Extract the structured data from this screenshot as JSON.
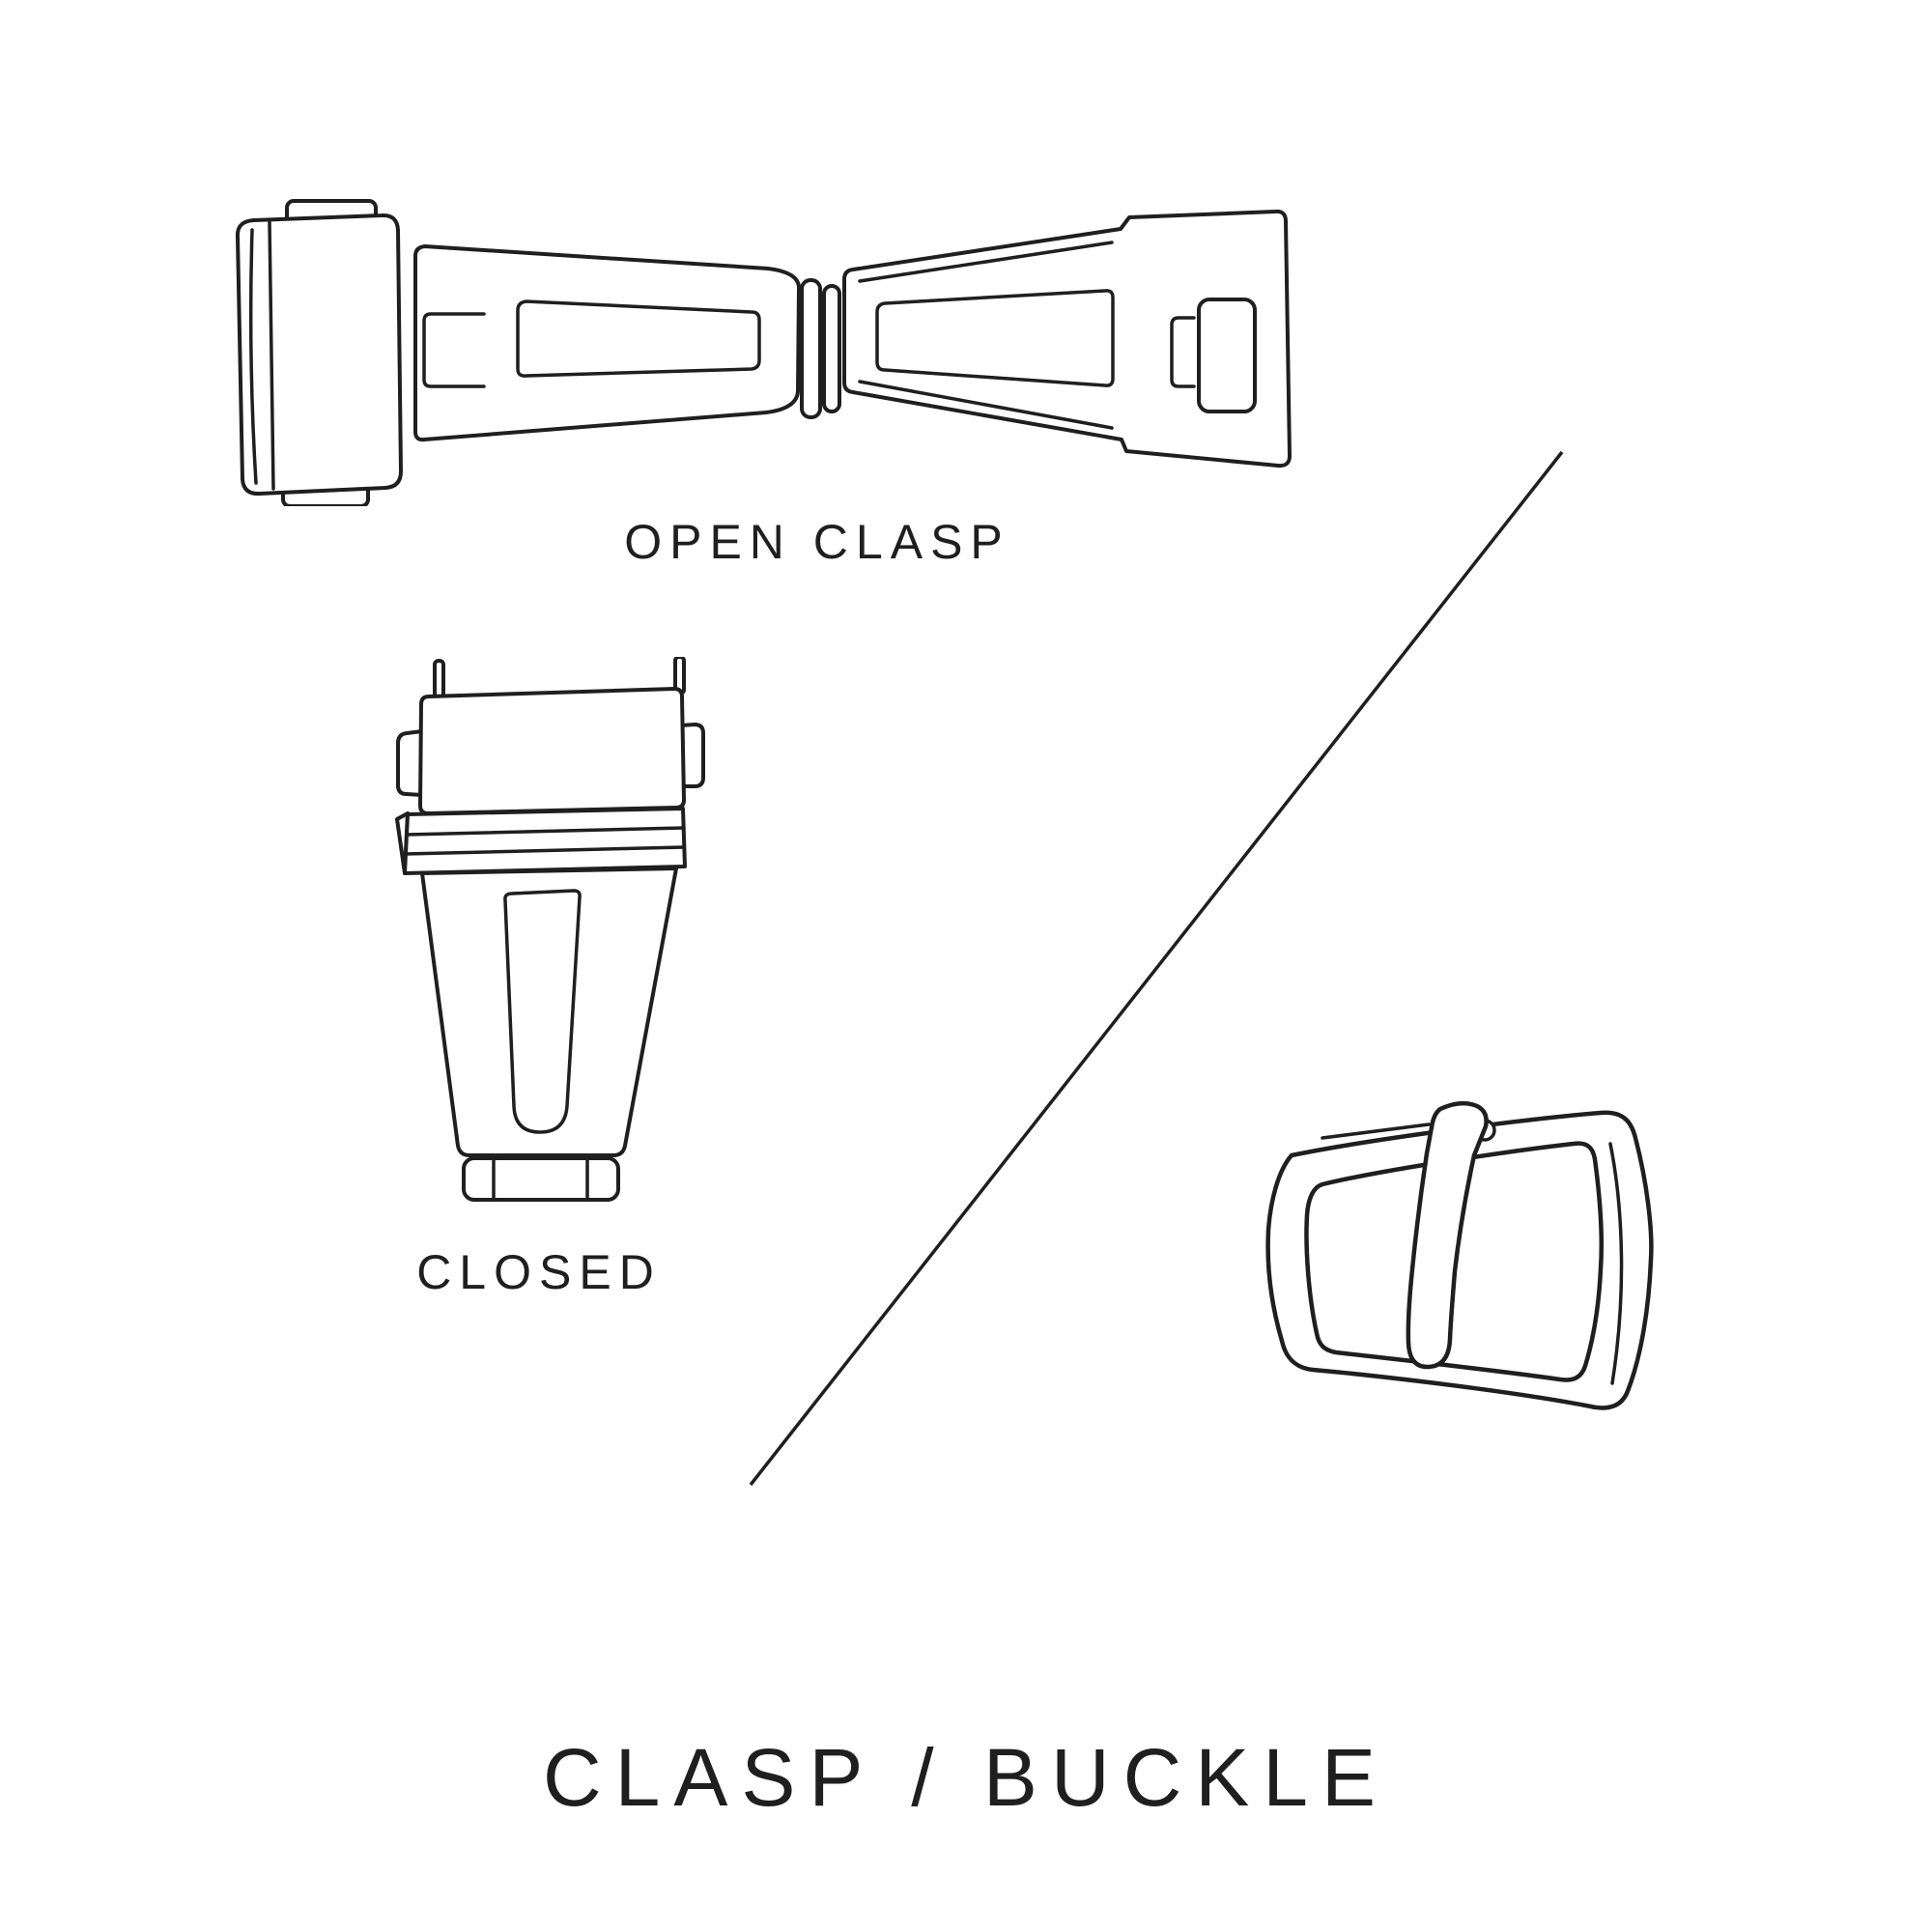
{
  "page": {
    "title": "CLASP / BUCKLE"
  },
  "colors": {
    "background": "#ffffff",
    "ink": "#1f1f1f"
  },
  "figures": {
    "open_clasp": {
      "label": "OPEN CLASP"
    },
    "closed_clasp": {
      "label": "CLOSED"
    }
  },
  "illustrations": [
    {
      "name": "open-clasp-illustration",
      "description": "watch deployment clasp shown open, top view"
    },
    {
      "name": "closed-clasp-illustration",
      "description": "watch deployment clasp shown closed, top view"
    },
    {
      "name": "buckle-illustration",
      "description": "watch tang buckle, perspective view"
    },
    {
      "name": "diagonal-divider-line",
      "description": "thin diagonal line separating clasp figures from buckle figure"
    }
  ]
}
